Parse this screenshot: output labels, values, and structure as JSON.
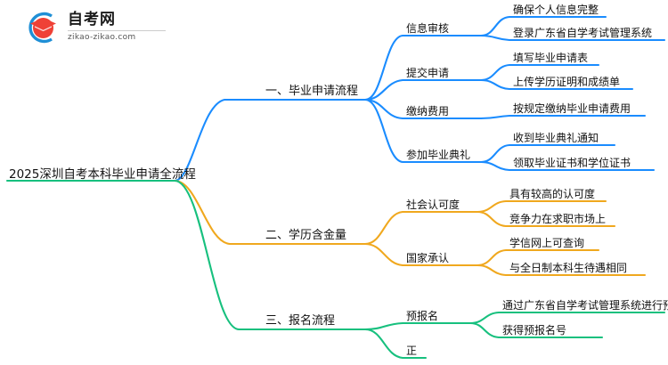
{
  "logo": {
    "name_cn": "自考网",
    "url": "zikao-zikao.com",
    "mark_icon": "graduation-cap-icon",
    "arc_color": "#1f8fd6",
    "cap_color": "#e8453c"
  },
  "colors": {
    "branch_1": "#1a8cff",
    "branch_2": "#f0a81e",
    "branch_3": "#17c07e",
    "text": "#111111",
    "background": "#ffffff"
  },
  "mindmap": {
    "root": {
      "label": "2025深圳自考本科毕业申请全流程"
    },
    "branches": [
      {
        "label": "一、毕业申请流程",
        "color": "#1a8cff",
        "children": [
          {
            "label": "信息审核",
            "children": [
              {
                "label": "确保个人信息完整"
              },
              {
                "label": "登录广东省自学考试管理系统"
              }
            ]
          },
          {
            "label": "提交申请",
            "children": [
              {
                "label": "填写毕业申请表"
              },
              {
                "label": "上传学历证明和成绩单"
              }
            ]
          },
          {
            "label": "缴纳费用",
            "children": [
              {
                "label": "按规定缴纳毕业申请费用"
              }
            ]
          },
          {
            "label": "参加毕业典礼",
            "children": [
              {
                "label": "收到毕业典礼通知"
              },
              {
                "label": "领取毕业证书和学位证书"
              }
            ]
          }
        ]
      },
      {
        "label": "二、学历含金量",
        "color": "#f0a81e",
        "children": [
          {
            "label": "社会认可度",
            "children": [
              {
                "label": "具有较高的认可度"
              },
              {
                "label": "竞争力在求职市场上"
              }
            ]
          },
          {
            "label": "国家承认",
            "children": [
              {
                "label": "学信网上可查询"
              },
              {
                "label": "与全日制本科生待遇相同"
              }
            ]
          }
        ]
      },
      {
        "label": "三、报名流程",
        "color": "#17c07e",
        "children": [
          {
            "label": "预报名",
            "children": [
              {
                "label": "通过广东省自学考试管理系统进行预报名"
              },
              {
                "label": "获得预报名号"
              }
            ]
          },
          {
            "label": "正",
            "children": []
          }
        ]
      }
    ]
  }
}
